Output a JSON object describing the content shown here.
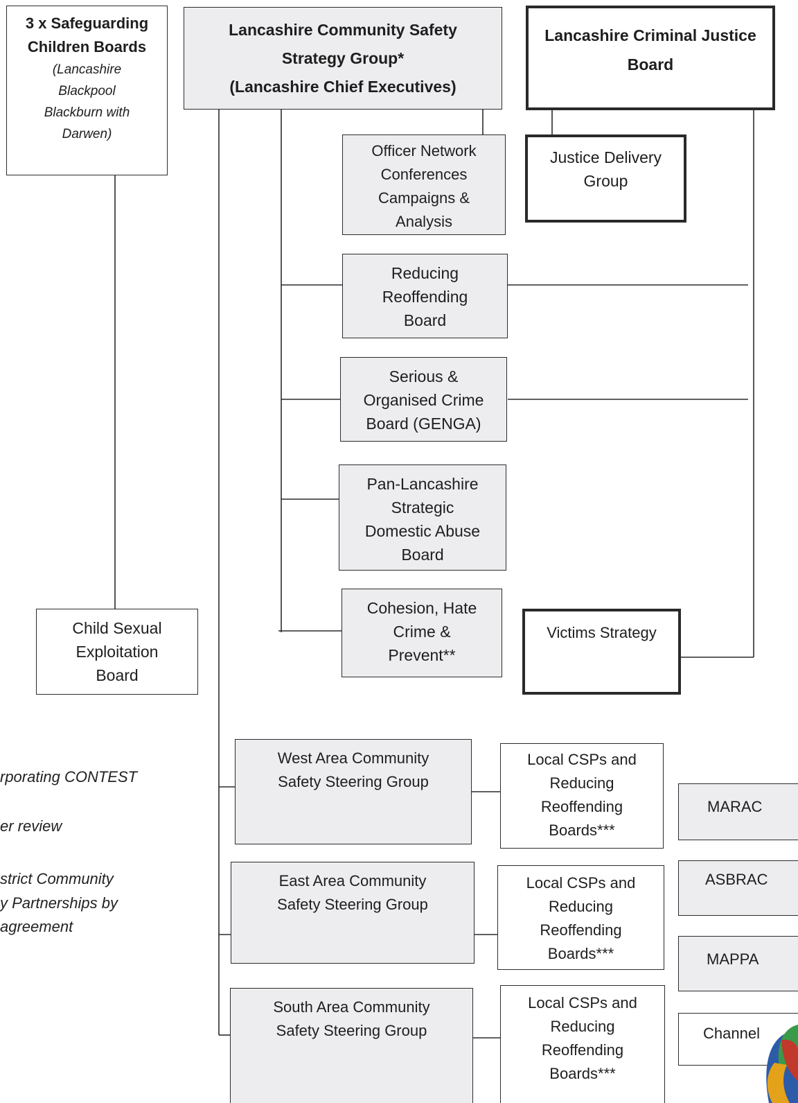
{
  "boxes": {
    "safeguarding": {
      "title": [
        "3 x Safeguarding",
        "Children Boards"
      ],
      "sub": [
        "(Lancashire",
        "Blackpool",
        "Blackburn with",
        "Darwen)"
      ]
    },
    "cssg": [
      "Lancashire Community Safety",
      "Strategy Group*",
      "(Lancashire Chief Executives)"
    ],
    "lcjb": [
      "Lancashire Criminal Justice",
      "Board"
    ],
    "officer": [
      "Officer Network",
      "Conferences",
      "Campaigns &",
      "Analysis"
    ],
    "justice": [
      "Justice Delivery",
      "Group"
    ],
    "reoffending": [
      "Reducing",
      "Reoffending",
      "Board"
    ],
    "serious": [
      "Serious &",
      "Organised Crime",
      "Board (GENGA)"
    ],
    "panlancs": [
      "Pan-Lancashire",
      "Strategic",
      "Domestic Abuse",
      "Board"
    ],
    "cohesion": [
      "Cohesion, Hate",
      "Crime &",
      "Prevent**"
    ],
    "victims": [
      "Victims Strategy"
    ],
    "cse": [
      "Child Sexual",
      "Exploitation",
      "Board"
    ],
    "west": [
      "West Area Community",
      "Safety Steering Group"
    ],
    "east": [
      "East Area Community",
      "Safety Steering Group"
    ],
    "south": [
      "South Area Community",
      "Safety Steering Group"
    ],
    "local": [
      "Local CSPs and",
      "Reducing",
      "Reoffending",
      "Boards***"
    ],
    "marac": [
      "MARAC"
    ],
    "asbrac": [
      "ASBRAC"
    ],
    "mappa": [
      "MAPPA"
    ],
    "channel": [
      "Channel"
    ]
  },
  "notes": [
    "rporating CONTEST",
    "er review",
    "strict Community",
    "y Partnerships by",
    "agreement"
  ],
  "colors": {
    "line": "#2b2b2b",
    "shade": "#ededf0",
    "logo": [
      "#c0392b",
      "#2c5ba8",
      "#3a9a4a",
      "#e3a21a"
    ]
  }
}
